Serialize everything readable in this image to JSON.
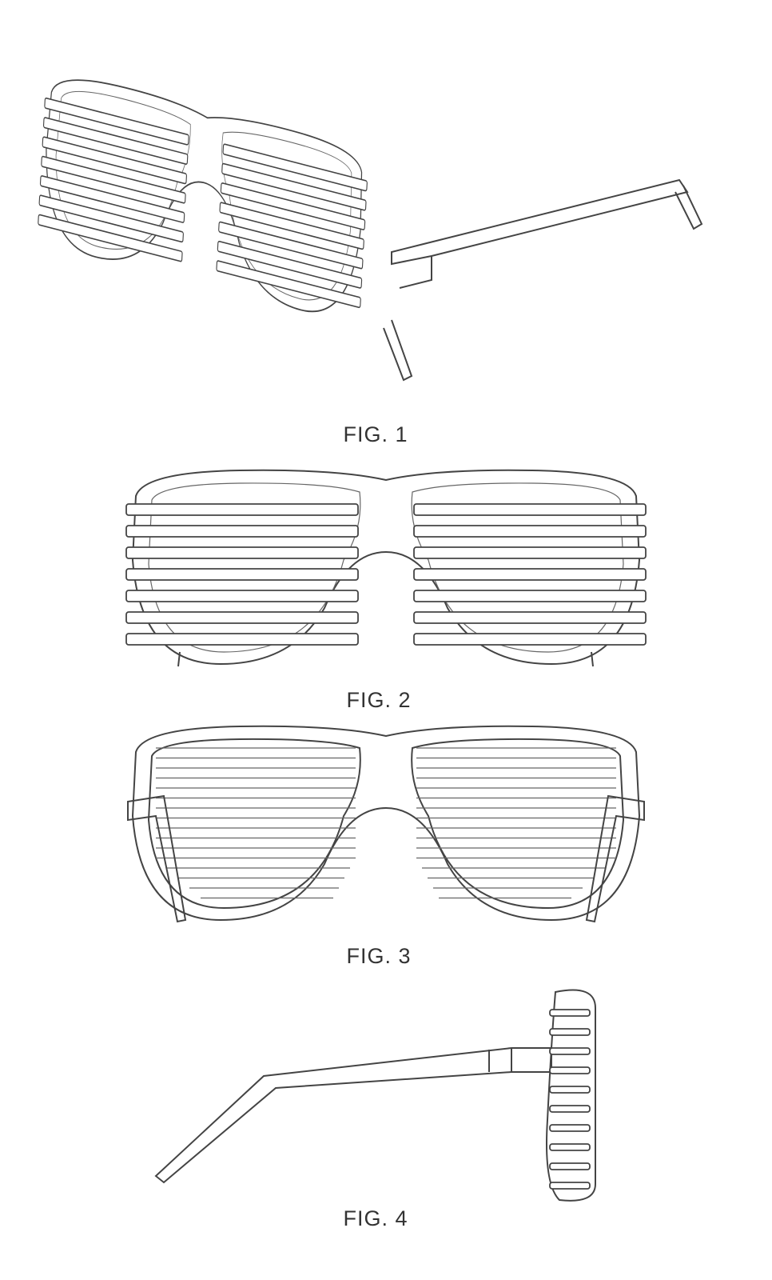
{
  "figures": [
    {
      "label": "FIG. 1",
      "view": "perspective"
    },
    {
      "label": "FIG. 2",
      "view": "front"
    },
    {
      "label": "FIG. 3",
      "view": "rear"
    },
    {
      "label": "FIG. 4",
      "view": "side"
    }
  ],
  "colors": {
    "line": "#444444",
    "background": "#ffffff"
  }
}
